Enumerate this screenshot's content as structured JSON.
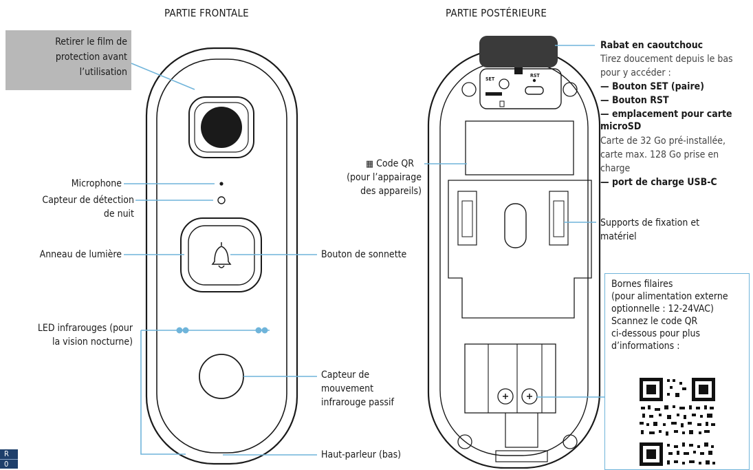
{
  "titles": {
    "front": "PARTIE FRONTALE",
    "back": "PARTIE POSTÉRIEURE"
  },
  "front": {
    "note": [
      "Retirer le film de",
      "protection avant",
      "l’utilisation"
    ],
    "microphone": "Microphone",
    "night_sensor": [
      "Capteur de détection",
      "de nuit"
    ],
    "light_ring": "Anneau de lumière",
    "doorbell_button": "Bouton de sonnette",
    "ir_led": [
      "LED infrarouges (pour",
      "la vision nocturne)"
    ],
    "pir_sensor": [
      "Capteur de",
      "mouvement",
      "infrarouge passif"
    ],
    "speaker": "Haut-parleur (bas)"
  },
  "back": {
    "flap_title": "Rabat en caoutchouc",
    "flap_desc": [
      "Tirez doucement depuis le bas",
      "pour y accéder :"
    ],
    "flap_items": [
      "— Bouton SET (paire)",
      "— Bouton RST",
      "— emplacement pour carte",
      "microSD"
    ],
    "sd_desc": [
      "Carte de 32 Go pré-installée,",
      "carte max. 128 Go prise en",
      "charge"
    ],
    "usb": "— port de charge USB-C",
    "qr_code": "Code QR",
    "qr_desc": [
      "(pour l’appairage",
      "des appareils)"
    ],
    "brackets": [
      "Supports de fixation et",
      "matériel"
    ],
    "terminals": [
      "Bornes filaires",
      "(pour alimentation externe",
      "optionnelle : 12-24VAC)",
      "Scannez le code QR",
      "ci-dessous pour plus",
      "d’informations :"
    ],
    "set_label": "SET",
    "rst_label": "RST"
  },
  "tab": {
    "top": "R",
    "bottom": "0"
  },
  "colors": {
    "leader": "#6fb4da",
    "body": "#1a1a1a",
    "note_bg": "#b8b8b8",
    "led": "#6fb4da",
    "tab": "#1e3f6b"
  }
}
